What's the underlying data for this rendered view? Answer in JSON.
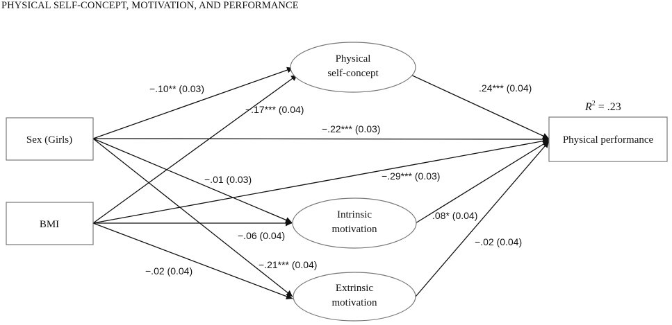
{
  "title": "PHYSICAL SELF-CONCEPT, MOTIVATION, AND PERFORMANCE",
  "nodes": {
    "sex": {
      "label": "Sex (Girls)"
    },
    "bmi": {
      "label": "BMI"
    },
    "psc": {
      "line1": "Physical",
      "line2": "self-concept"
    },
    "intrinsic": {
      "line1": "Intrinsic",
      "line2": "motivation"
    },
    "extrinsic": {
      "line1": "Extrinsic",
      "line2": "motivation"
    },
    "performance": {
      "label": "Physical performance"
    }
  },
  "r2": {
    "symbol": "R",
    "sup": "2",
    "value": " = .23"
  },
  "paths": {
    "sex_psc": "−.10** (0.03)",
    "bmi_psc": "−.17*** (0.04)",
    "sex_perf": "−.22*** (0.03)",
    "psc_perf": ".24*** (0.04)",
    "sex_intrinsic": "−.01 (0.03)",
    "bmi_perf": "−.29*** (0.03)",
    "bmi_intrinsic": "−.06 (0.04)",
    "intrinsic_perf": ".08* (0.04)",
    "extrinsic_perf": "−.02 (0.04)",
    "sex_extrinsic": "−.21*** (0.04)",
    "bmi_extrinsic": "−.02 (0.04)"
  }
}
